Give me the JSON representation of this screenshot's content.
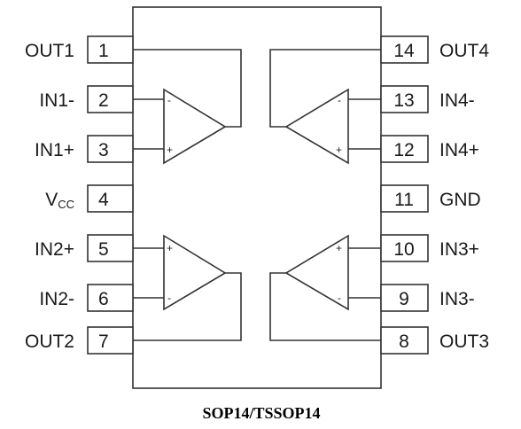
{
  "package_caption": "SOP14/TSSOP14",
  "left_pins": [
    {
      "number": "1",
      "name": "OUT1"
    },
    {
      "number": "2",
      "name": "IN1-"
    },
    {
      "number": "3",
      "name": "IN1+"
    },
    {
      "number": "4",
      "name_main": "V",
      "name_sub": "CC"
    },
    {
      "number": "5",
      "name": "IN2+"
    },
    {
      "number": "6",
      "name": "IN2-"
    },
    {
      "number": "7",
      "name": "OUT2"
    }
  ],
  "right_pins": [
    {
      "number": "14",
      "name": "OUT4"
    },
    {
      "number": "13",
      "name": "IN4-"
    },
    {
      "number": "12",
      "name": "IN4+"
    },
    {
      "number": "11",
      "name": "GND"
    },
    {
      "number": "10",
      "name": "IN3+"
    },
    {
      "number": "9",
      "name": "IN3-"
    },
    {
      "number": "8",
      "name": "OUT3"
    }
  ],
  "amplifier_signs": {
    "minus": "-",
    "plus": "+"
  }
}
